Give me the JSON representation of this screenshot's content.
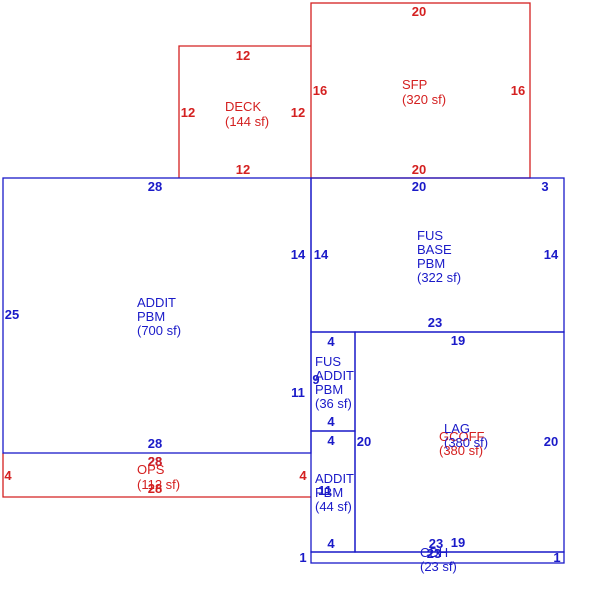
{
  "colors": {
    "living": "#1a1ac8",
    "other": "#d42020",
    "background": "#ffffff"
  },
  "areas": {
    "sfp": {
      "lines": [
        "SFP",
        "(320 sf)"
      ],
      "dims": {
        "top": "20",
        "left": "16",
        "right": "16",
        "bottom": "20"
      }
    },
    "deck": {
      "lines": [
        "DECK",
        "(144 sf)"
      ],
      "dims": {
        "top": "12",
        "left": "12",
        "right": "12",
        "bottom": "12"
      }
    },
    "addit_pbm_main": {
      "lines": [
        "ADDIT",
        "PBM",
        "(700 sf)"
      ],
      "dims": {
        "top": "28",
        "left": "25",
        "right": "14",
        "right2": "11",
        "bottom": "28"
      }
    },
    "fus_base_pbm": {
      "lines": [
        "FUS",
        "BASE",
        "PBM",
        "(322 sf)"
      ],
      "dims": {
        "top": "20",
        "top_right": "3",
        "left": "14",
        "right": "14",
        "bottom": "23"
      }
    },
    "fus_addit_pbm": {
      "lines": [
        "FUS",
        "ADDIT",
        "PBM",
        "(36 sf)"
      ],
      "dims": {
        "top": "4",
        "right": "9",
        "bottom": "4"
      }
    },
    "lag": {
      "lines": [
        "LAG",
        "(380 sf)"
      ],
      "dims": {
        "top": "19",
        "left": "20",
        "right": "20",
        "bottom": "19"
      }
    },
    "gcoff": {
      "lines": [
        "GCOFF",
        "(380 sf)"
      ]
    },
    "ops": {
      "lines": [
        "OPS",
        "(112 sf)"
      ],
      "dims": {
        "top": "28",
        "bottom": "28",
        "left": "4",
        "right": "4"
      }
    },
    "addit_pbm_small": {
      "lines": [
        "ADDIT",
        "PBM",
        "(44 sf)"
      ],
      "dims": {
        "top": "4",
        "right": "11",
        "bottom": "4"
      }
    },
    "cdh": {
      "lines": [
        "CDH",
        "(23 sf)"
      ],
      "dims": {
        "top": "23",
        "top2": "23",
        "bottom": "23",
        "left": "1",
        "right": "1"
      }
    }
  }
}
